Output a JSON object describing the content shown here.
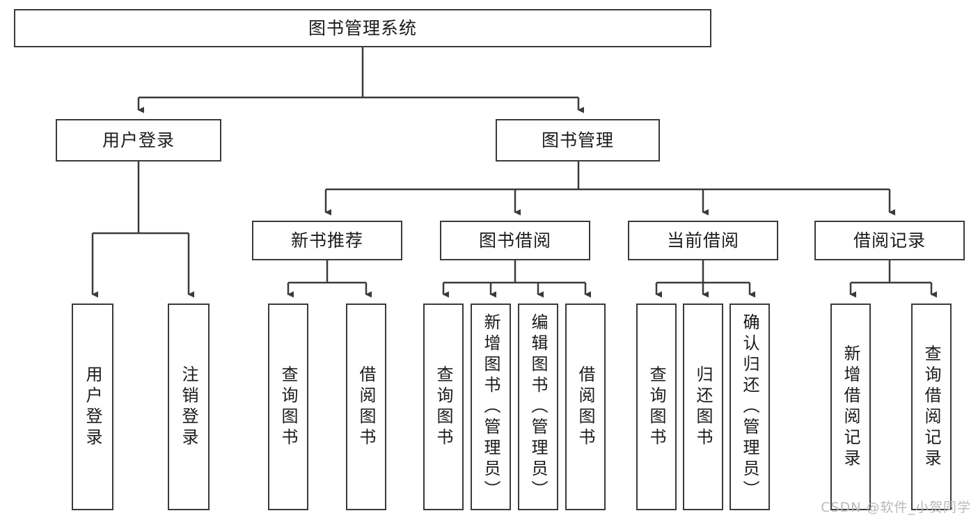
{
  "diagram": {
    "title": "图书管理系统",
    "type": "tree",
    "watermark": "CSDN @软件_小贺同学",
    "colors": {
      "stroke": "#3a3a3a",
      "fill": "#ffffff",
      "text": "#1b1b1b",
      "watermark": "#b9b9b9"
    },
    "levels": {
      "level1": [
        {
          "id": "root",
          "label": "图书管理系统"
        }
      ],
      "level2": [
        {
          "id": "user-login",
          "label": "用户登录"
        },
        {
          "id": "book-manage",
          "label": "图书管理"
        }
      ],
      "level3": [
        {
          "id": "new-book-rec",
          "label": "新书推荐",
          "parent": "book-manage"
        },
        {
          "id": "book-borrow",
          "label": "图书借阅",
          "parent": "book-manage"
        },
        {
          "id": "current-borrow",
          "label": "当前借阅",
          "parent": "book-manage"
        },
        {
          "id": "borrow-record",
          "label": "借阅记录",
          "parent": "book-manage"
        }
      ],
      "level4": [
        {
          "id": "leaf-user-login",
          "label": "用户登录",
          "parent": "user-login"
        },
        {
          "id": "leaf-user-logout",
          "label": "注销登录",
          "parent": "user-login"
        },
        {
          "id": "leaf-query-book-1",
          "label": "查询图书",
          "parent": "new-book-rec"
        },
        {
          "id": "leaf-borrow-book-1",
          "label": "借阅图书",
          "parent": "new-book-rec"
        },
        {
          "id": "leaf-query-book-2",
          "label": "查询图书",
          "parent": "book-borrow"
        },
        {
          "id": "leaf-add-book",
          "label": "新增图书（管理员）",
          "parent": "book-borrow"
        },
        {
          "id": "leaf-edit-book",
          "label": "编辑图书（管理员）",
          "parent": "book-borrow"
        },
        {
          "id": "leaf-borrow-book-2",
          "label": "借阅图书",
          "parent": "book-borrow"
        },
        {
          "id": "leaf-query-book-3",
          "label": "查询图书",
          "parent": "current-borrow"
        },
        {
          "id": "leaf-return-book",
          "label": "归还图书",
          "parent": "current-borrow"
        },
        {
          "id": "leaf-confirm-return",
          "label": "确认归还（管理员）",
          "parent": "current-borrow"
        },
        {
          "id": "leaf-add-record",
          "label": "新增借阅记录",
          "parent": "borrow-record"
        },
        {
          "id": "leaf-query-record",
          "label": "查询借阅记录",
          "parent": "borrow-record"
        }
      ]
    }
  }
}
